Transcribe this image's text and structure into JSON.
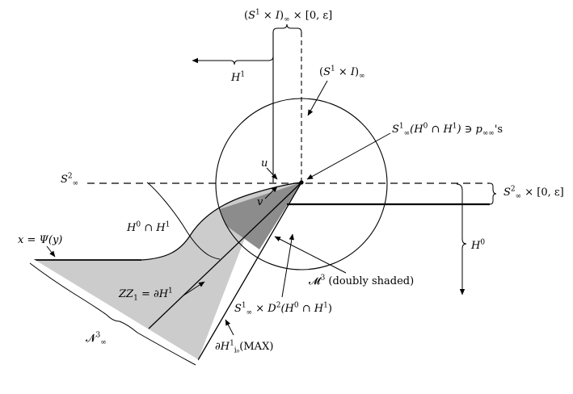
{
  "labels": {
    "bundle_top": {
      "pre": "(",
      "S": "S",
      "s_sup": "1",
      "times1": " × ",
      "I": "I",
      "close": ")",
      "sub": "∞",
      "post": " × [0, ε]"
    },
    "H1": {
      "H": "H",
      "sup": "1"
    },
    "s1_times_i": {
      "pre": "(",
      "S": "S",
      "s_sup": "1",
      "times1": " × ",
      "I": "I",
      "close": ")",
      "sub": "∞"
    },
    "s1_intersection": {
      "S": "S",
      "s_sup": "1",
      "s_sub": "∞",
      "mid": "(H",
      "h0_sup": "0",
      "cap": " ∩ H",
      "h1_sup": "1",
      "post": ") ∋ p",
      "p_sub": "∞∞",
      "tail": "'s"
    },
    "u": "u",
    "v": "v",
    "S2_left": {
      "S": "S",
      "sup": "2",
      "sub": "∞"
    },
    "S2_right": {
      "S": "S",
      "sup": "2",
      "sub": "∞",
      "post": " × [0, ε]"
    },
    "H0_cap_H1": {
      "H": "H",
      "sup0": "0",
      "cap": " ∩ H",
      "sup1": "1"
    },
    "x_psi": "x = Ψ(y)",
    "H0": {
      "H": "H",
      "sup": "0"
    },
    "M3": {
      "M": "𝓜",
      "sup": "3",
      "post": " (doubly shaded)"
    },
    "ZZ1": {
      "Z": "ZZ",
      "sub": "1",
      "eq": " = ∂H",
      "sup": "1"
    },
    "S1_D2": {
      "S": "S",
      "s_sup": "1",
      "s_sub": "∞",
      "mid": " × D",
      "d_sup": "2",
      "tail": "(H",
      "h0": "0",
      "cap": " ∩ H",
      "h1": "1",
      "close": ")"
    },
    "N3": {
      "N": "𝓝",
      "sup": "3",
      "sub": "∞"
    },
    "dH1": {
      "pre": "∂H",
      "sup": "1",
      "sub": "i₀",
      "post": "(MAX)"
    }
  },
  "colors": {
    "light_shade": "#cccccc",
    "dark_shade": "#8c8c8c",
    "ink": "#000000"
  }
}
